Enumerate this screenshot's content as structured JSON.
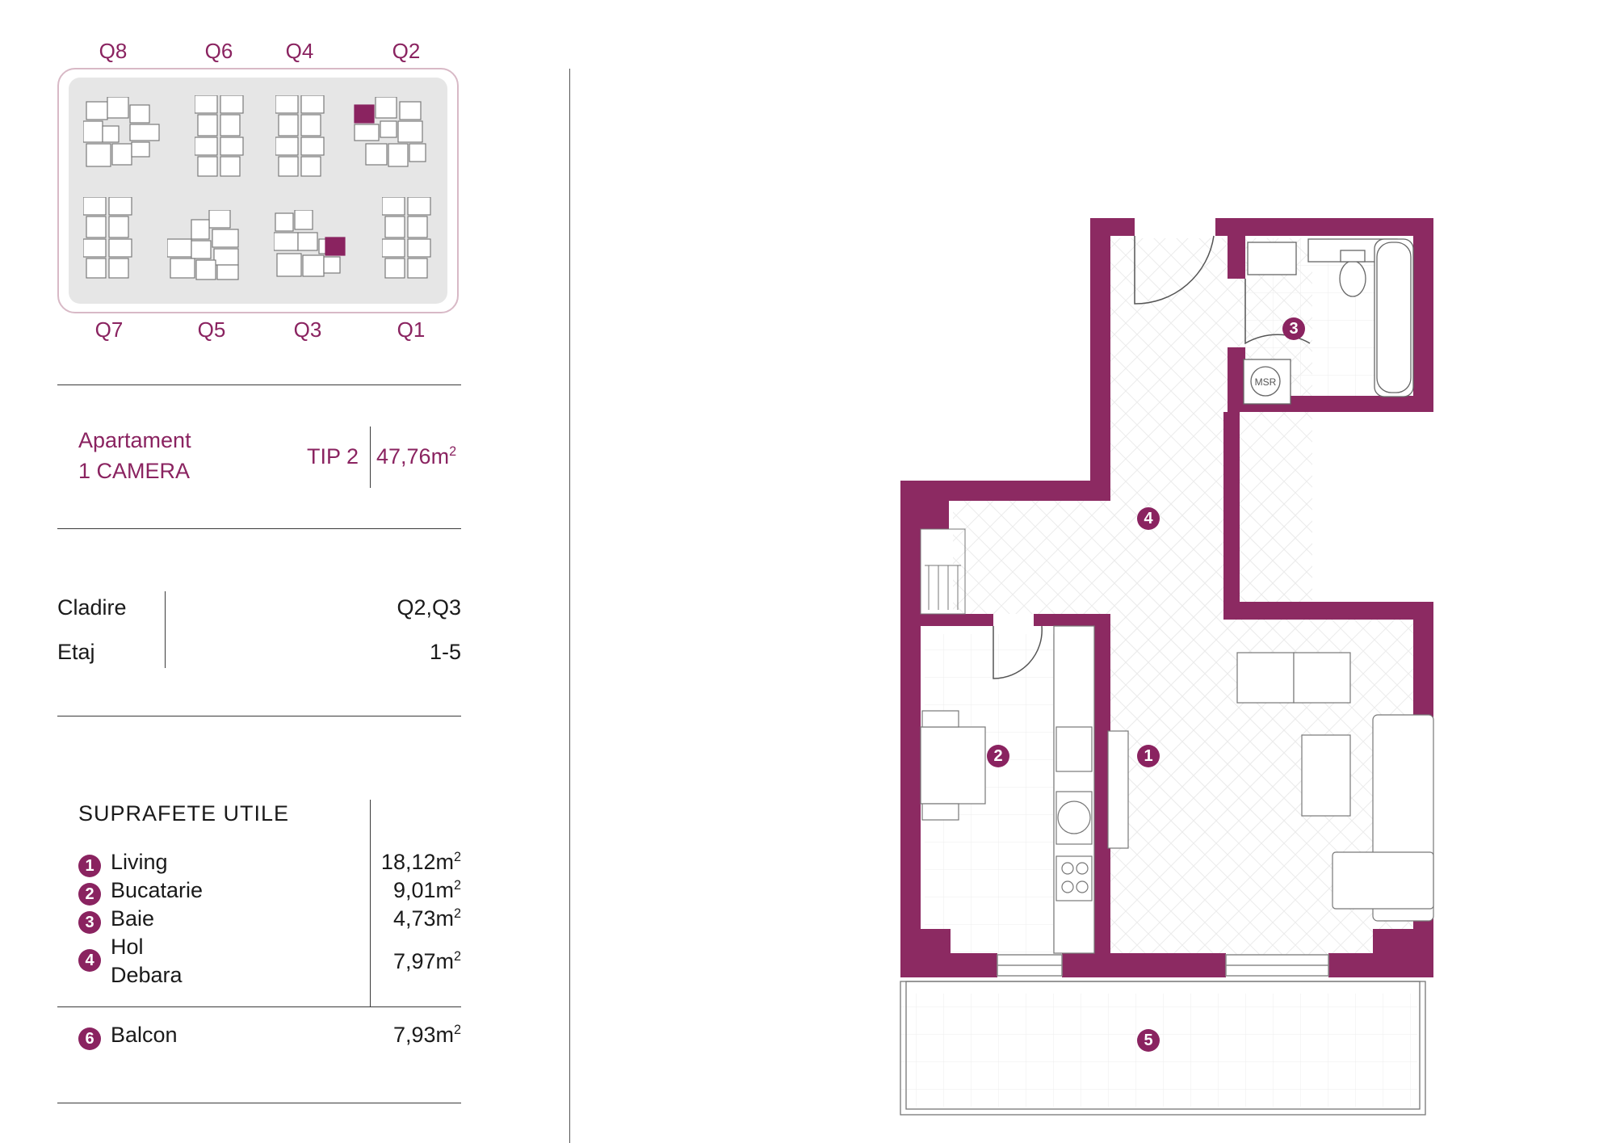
{
  "site_map": {
    "top_labels": [
      "Q8",
      "Q6",
      "Q4",
      "Q2"
    ],
    "bottom_labels": [
      "Q7",
      "Q5",
      "Q3",
      "Q1"
    ]
  },
  "apartment": {
    "type_line1": "Apartament",
    "type_line2": "1 CAMERA",
    "tip": "TIP 2",
    "area": "47,76m",
    "area_sup": "2"
  },
  "building": {
    "cladire_label": "Cladire",
    "cladire_value": "Q2,Q3",
    "etaj_label": "Etaj",
    "etaj_value": "1-5"
  },
  "surfaces": {
    "heading": "SUPRAFETE UTILE",
    "rooms": [
      {
        "num": "1",
        "name": "Living",
        "value": "18,12m",
        "sup": "2"
      },
      {
        "num": "2",
        "name": "Bucatarie",
        "value": "9,01m",
        "sup": "2"
      },
      {
        "num": "3",
        "name": "Baie",
        "value": "4,73m",
        "sup": "2"
      },
      {
        "num": "4",
        "name": "Hol",
        "name2": "Debara",
        "value": "7,97m",
        "sup": "2"
      }
    ],
    "balcony": {
      "num": "6",
      "name": "Balcon",
      "value": "7,93m",
      "sup": "2"
    }
  },
  "plan_markers": [
    "1",
    "2",
    "3",
    "4",
    "5"
  ],
  "msr_label": "MSR",
  "colors": {
    "accent": "#8a2360",
    "wall": "#8c2a62"
  }
}
